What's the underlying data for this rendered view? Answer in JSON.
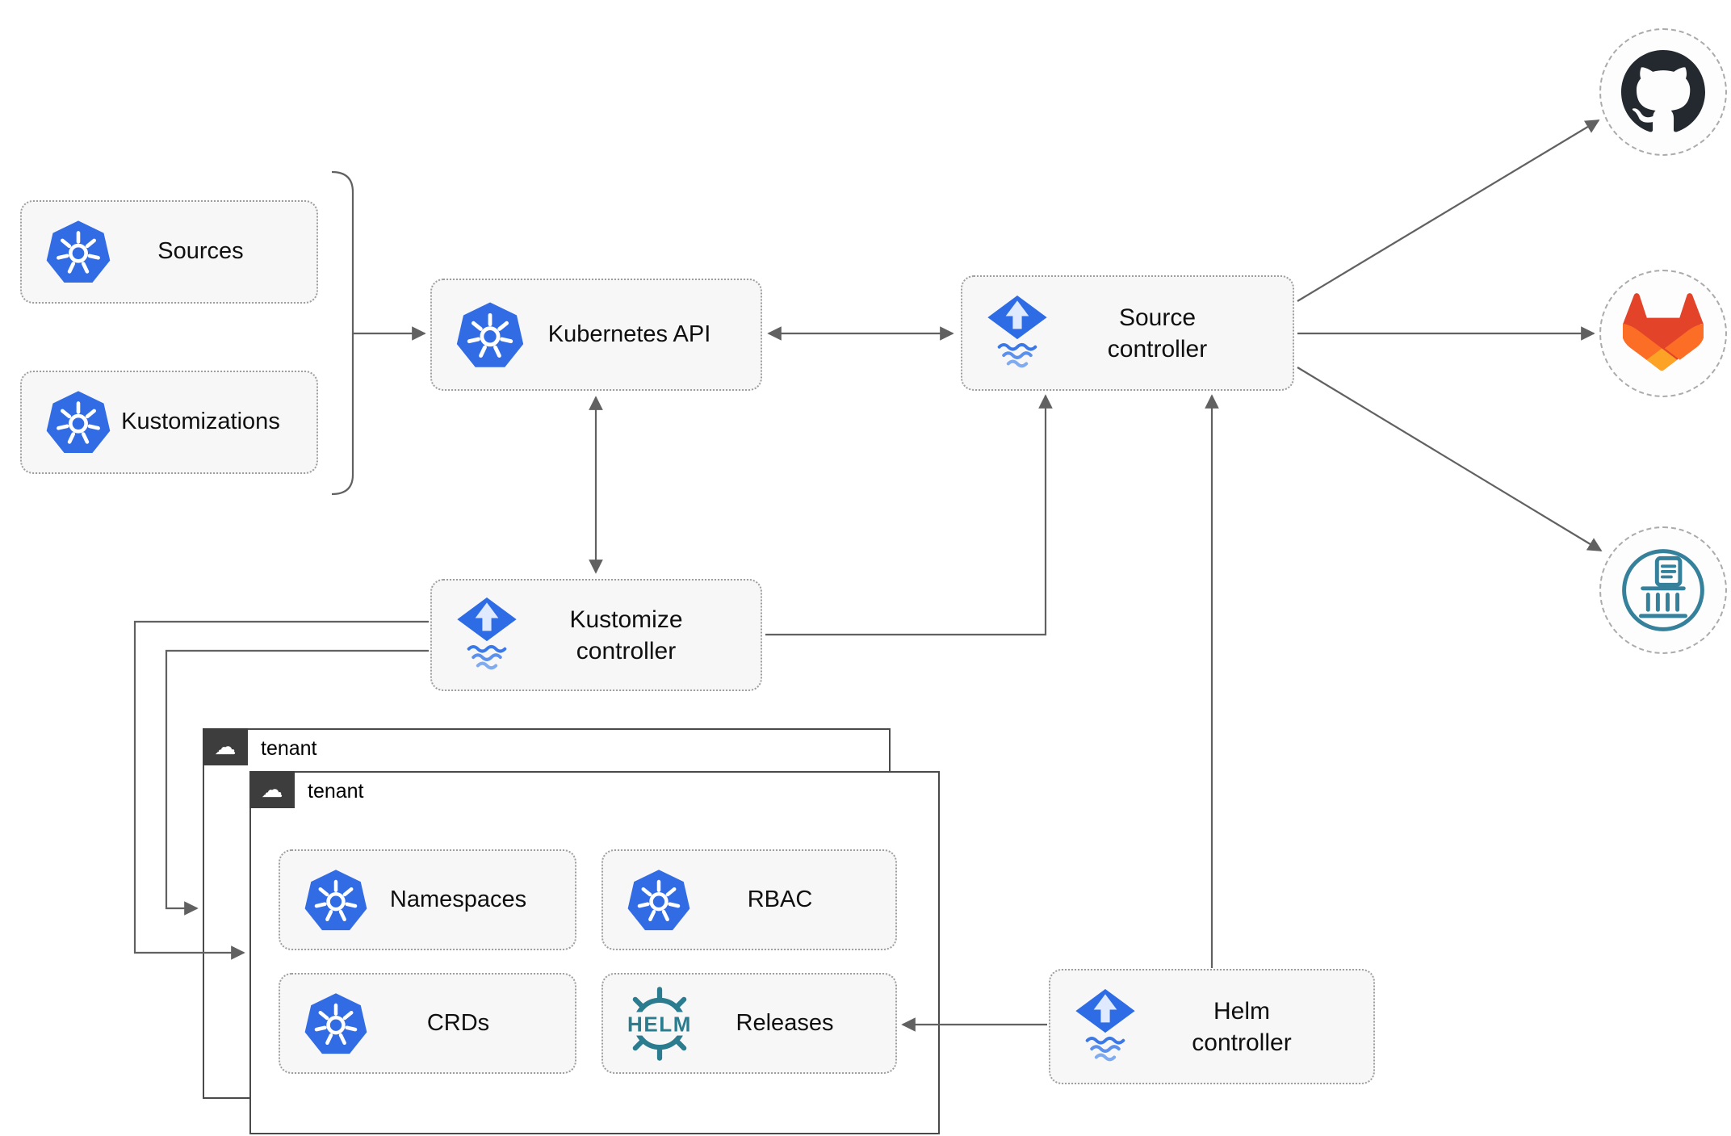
{
  "nodes": {
    "sources": {
      "label": "Sources",
      "icon": "kubernetes-icon"
    },
    "kustomizations": {
      "label": "Kustomizations",
      "icon": "kubernetes-icon"
    },
    "kubernetes_api": {
      "label": "Kubernetes API",
      "icon": "kubernetes-icon"
    },
    "source_controller": {
      "label": "Source\ncontroller",
      "icon": "flux-icon"
    },
    "kustomize_controller": {
      "label": "Kustomize\ncontroller",
      "icon": "flux-icon"
    },
    "helm_controller": {
      "label": "Helm\ncontroller",
      "icon": "flux-icon"
    },
    "namespaces": {
      "label": "Namespaces",
      "icon": "kubernetes-icon"
    },
    "rbac": {
      "label": "RBAC",
      "icon": "kubernetes-icon"
    },
    "crds": {
      "label": "CRDs",
      "icon": "kubernetes-icon"
    },
    "releases": {
      "label": "Releases",
      "icon": "helm-icon"
    }
  },
  "tenants": {
    "back": {
      "label": "tenant"
    },
    "front": {
      "label": "tenant"
    }
  },
  "endpoints": {
    "github": {
      "icon": "github-icon"
    },
    "gitlab": {
      "icon": "gitlab-icon"
    },
    "chartmuseum": {
      "icon": "chartmuseum-icon"
    }
  },
  "helm_logo_text": "HELM",
  "icons": {
    "cloud": "☁"
  },
  "colors": {
    "kubernetes_blue": "#326CE5",
    "flux_blue": "#2E6CE6",
    "flux_arrow_light": "#DFEAFE",
    "helm_teal": "#2B7C8E",
    "chartmuseum_teal": "#35809B",
    "github_dark": "#24292F",
    "gitlab_red": "#E24329",
    "gitlab_orange": "#FC6D26",
    "gitlab_light_orange": "#FCA326",
    "connector_gray": "#616161",
    "node_fill": "#F7F7F7",
    "tenant_chip_bg": "#3D3D3D"
  }
}
